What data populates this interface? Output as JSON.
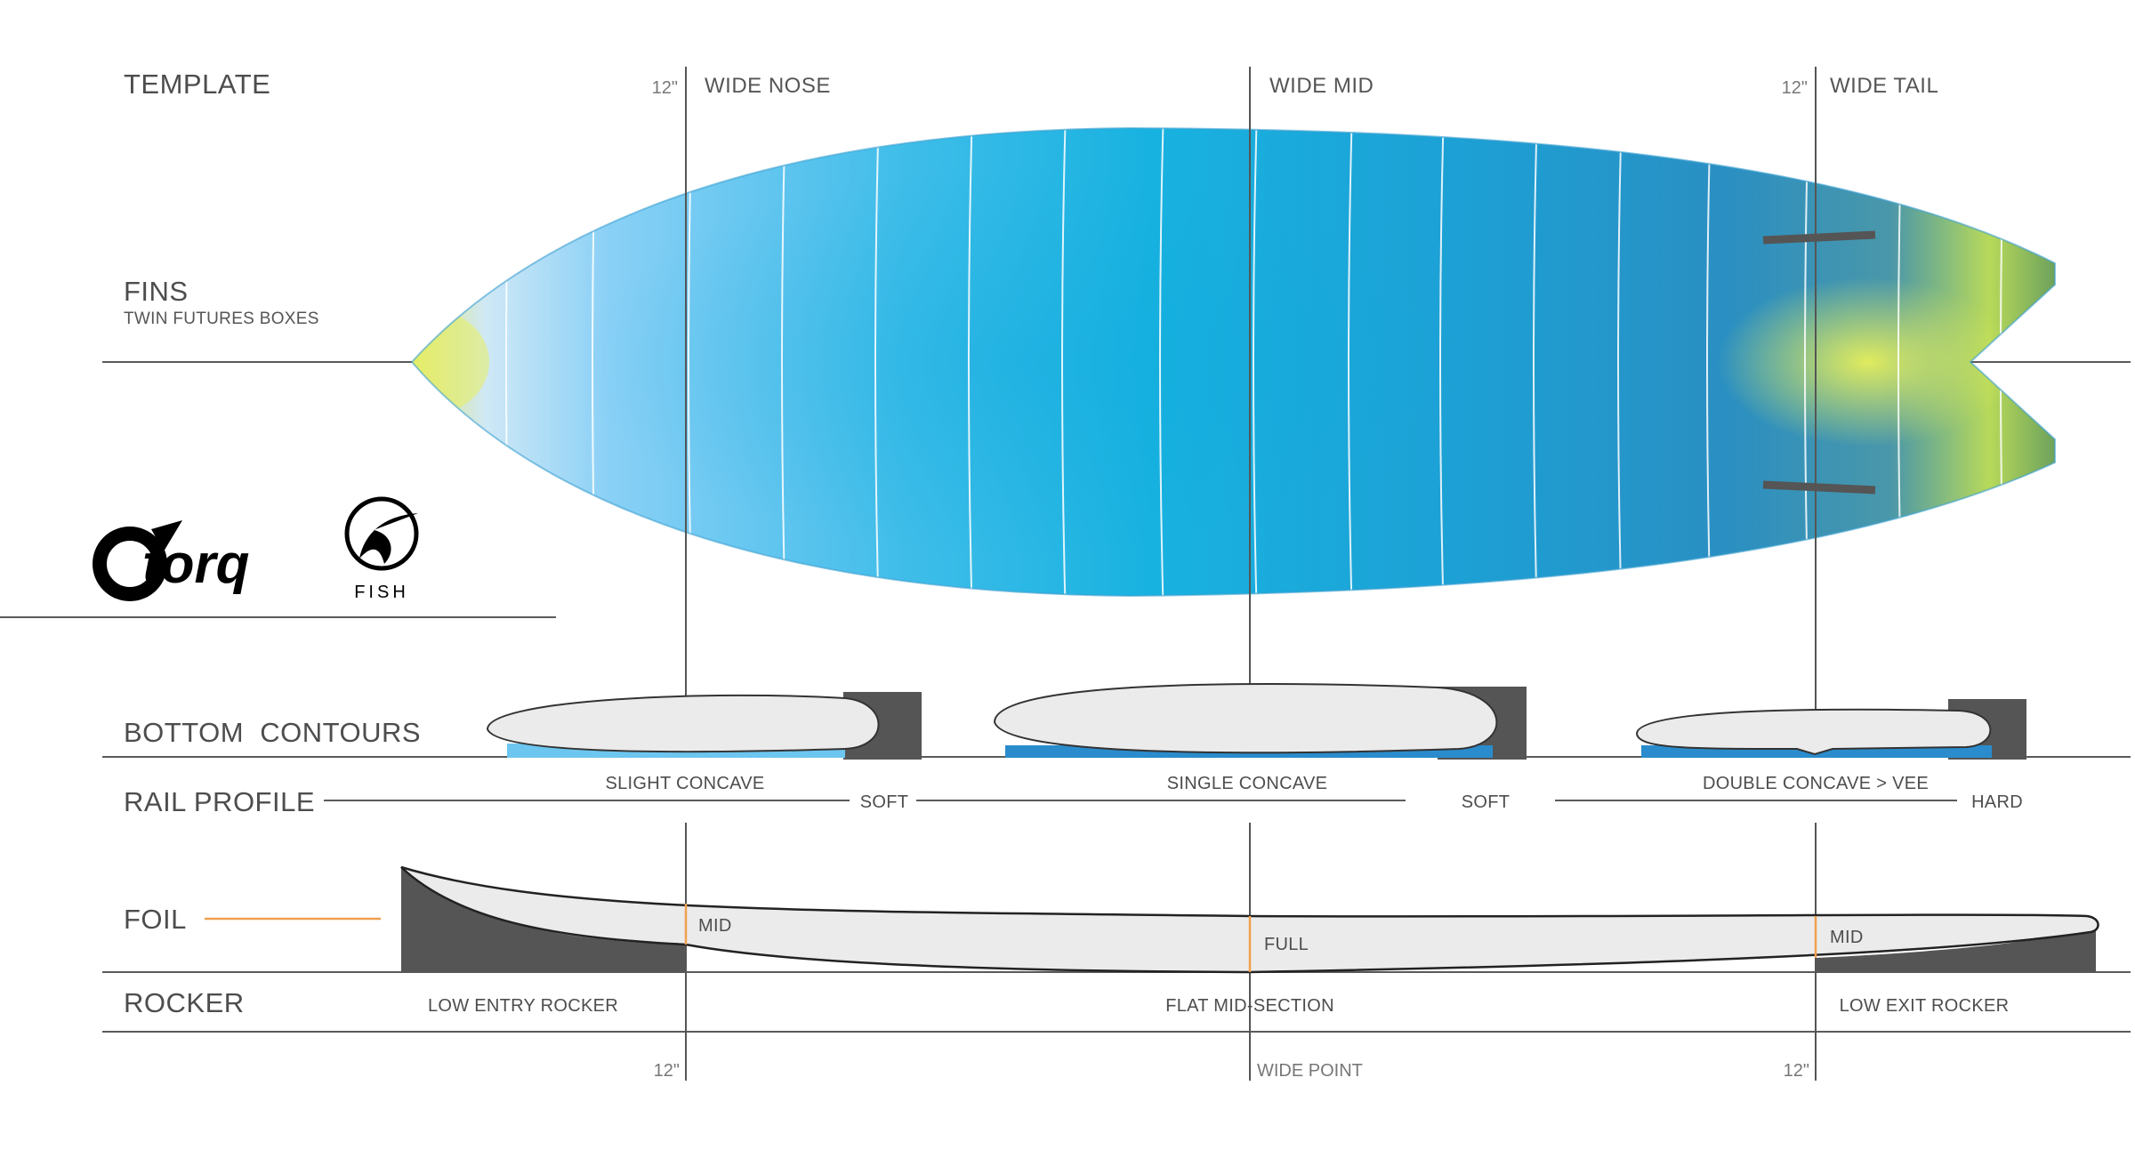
{
  "sections": {
    "template": "TEMPLATE",
    "fins": "FINS",
    "fins_sub": "TWIN FUTURES BOXES",
    "bottom_contours": "BOTTOM  CONTOURS",
    "rail_profile": "RAIL PROFILE",
    "foil": "FOIL",
    "rocker": "ROCKER"
  },
  "markers": {
    "nose": {
      "label": "WIDE NOSE",
      "measure": "12\""
    },
    "mid": {
      "label": "WIDE MID"
    },
    "tail": {
      "label": "WIDE TAIL",
      "measure": "12\""
    }
  },
  "bottom_contours": [
    "SLIGHT CONCAVE",
    "SINGLE CONCAVE",
    "DOUBLE CONCAVE > VEE"
  ],
  "rail_profile": [
    "SOFT",
    "SOFT",
    "HARD"
  ],
  "foil_points": [
    "MID",
    "FULL",
    "MID"
  ],
  "rocker": [
    "LOW ENTRY ROCKER",
    "FLAT MID-SECTION",
    "LOW EXIT ROCKER"
  ],
  "bottom_axis": {
    "left": "12\"",
    "center": "WIDE POINT",
    "right": "12\""
  },
  "logos": {
    "brand": "torq",
    "model": "FISH"
  },
  "colors": {
    "board_light": "#8fd0f5",
    "board_mid": "#1fb2e0",
    "board_dark": "#2590c4",
    "board_tail": "#3d8fae",
    "tip_yellow": "#e0e85a",
    "concave_light": "#6cc6ef",
    "concave_blue": "#2a8ccc",
    "fin_box": "#555555",
    "accent_orange": "#f0a050",
    "line": "#555555"
  }
}
